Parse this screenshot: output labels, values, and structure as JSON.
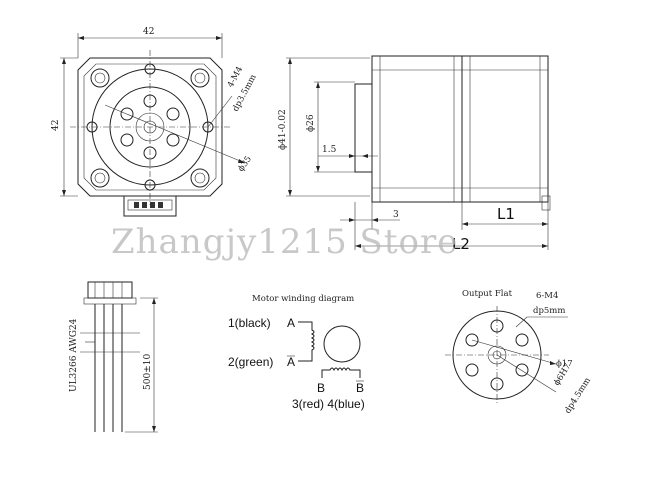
{
  "front_view": {
    "dim_width": "42",
    "dim_height": "42",
    "hole_callout": "4-M4",
    "hole_depth": "dp3.5mm",
    "circle_dia": "ϕ35"
  },
  "side_view": {
    "dim_flange_dia": "ϕ41-0.02",
    "dim_shaft_dia": "ϕ26",
    "dim_step": "1.5",
    "dim_gap": "3",
    "dim_l1": "L1",
    "dim_l2": "L2"
  },
  "cable_view": {
    "wire_spec": "UL3266  AWG24",
    "length": "500±10"
  },
  "winding": {
    "title": "Motor winding diagram",
    "pin1": "1(black)",
    "pin2": "2(green)",
    "phase_a": "A",
    "phase_a_bar": "A",
    "phase_b": "B",
    "phase_b_bar": "B",
    "pins_bottom": "3(red)  4(blue)"
  },
  "output_flat": {
    "title": "Output Flat",
    "hole_callout": "6-M4",
    "hole_depth": "dp5mm",
    "dia_17": "ϕ17",
    "dia_6h7": "ϕ6H7",
    "bore_depth": "dp4.5mm"
  },
  "watermark": "Zhangjy1215  Store"
}
